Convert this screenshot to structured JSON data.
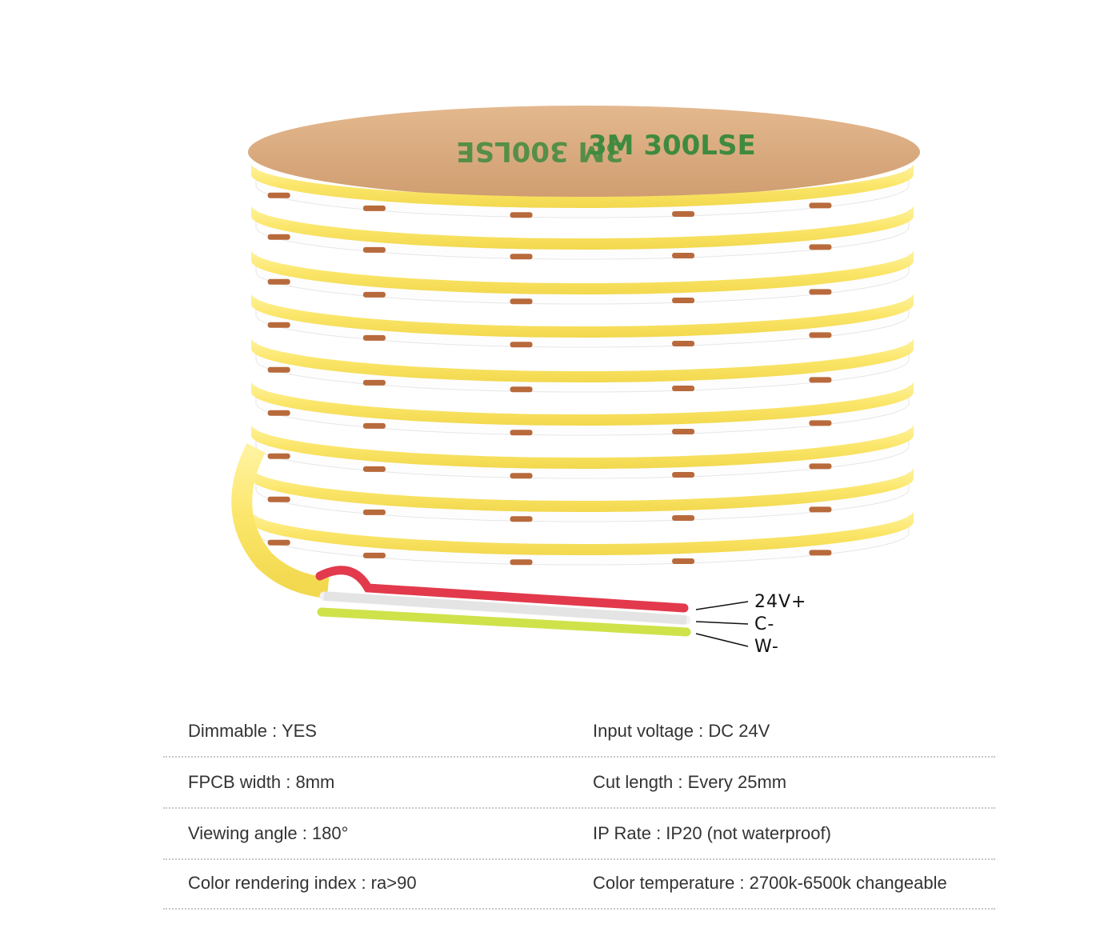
{
  "product_photo": {
    "icon": "led-strip-reel-icon",
    "colors": {
      "strip": "#fbe873",
      "pcb": "#ffffff",
      "backing": "#d9a97c",
      "tape_text": "#3a8a3a",
      "pad": "#b86a3c",
      "wire_red": "#e23a4c",
      "wire_white": "#f5f5f5",
      "wire_yellow": "#cfe24a"
    }
  },
  "wire_labels": [
    "24V+",
    "C-",
    "W-"
  ],
  "specs": [
    {
      "left": "Dimmable : YES",
      "right": "Input voltage : DC 24V"
    },
    {
      "left": "FPCB width : 8mm",
      "right": "Cut length : Every 25mm"
    },
    {
      "left": "Viewing angle : 180°",
      "right": "IP Rate : IP20 (not waterproof)"
    },
    {
      "left": "Color rendering index : ra>90",
      "right": "Color temperature : 2700k-6500k changeable"
    }
  ]
}
